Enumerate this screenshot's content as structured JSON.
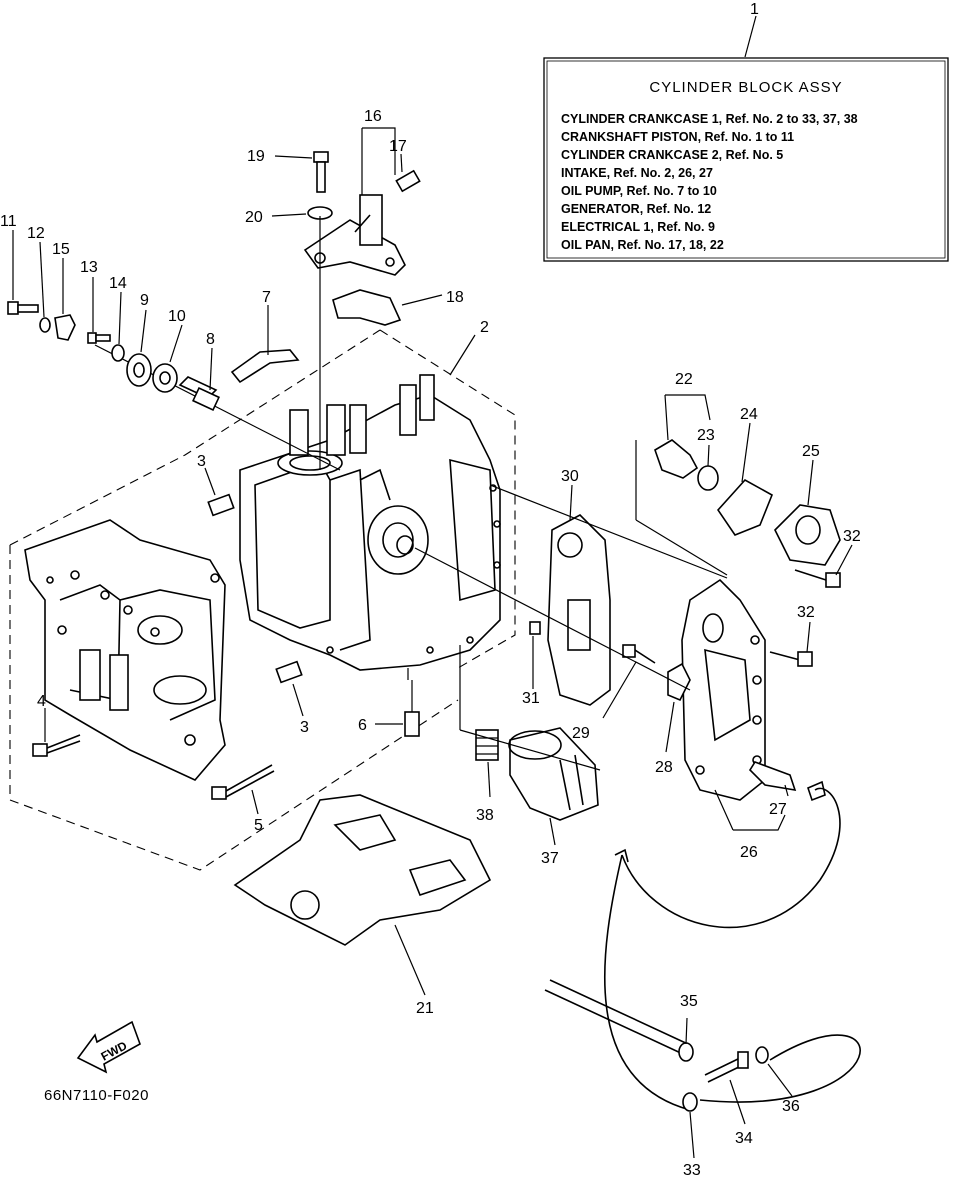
{
  "legend_box": {
    "title": "CYLINDER BLOCK ASSY",
    "rows": [
      "CYLINDER CRANKCASE 1, Ref. No. 2 to 33, 37, 38",
      "CRANKSHAFT PISTON,      Ref. No. 1 to 11",
      "CYLINDER CRANKCASE 2, Ref. No. 5",
      "INTAKE,      Ref. No. 2, 26, 27",
      "OIL PUMP,   Ref. No. 7 to 10",
      "GENERATOR,   Ref. No. 12",
      "ELECTRICAL 1, Ref. No. 9",
      "OIL PAN,            Ref. No. 17, 18, 22"
    ]
  },
  "callouts": [
    "1",
    "2",
    "3",
    "3",
    "4",
    "5",
    "6",
    "7",
    "8",
    "9",
    "10",
    "11",
    "12",
    "13",
    "14",
    "15",
    "16",
    "17",
    "18",
    "19",
    "20",
    "21",
    "22",
    "23",
    "24",
    "25",
    "26",
    "27",
    "28",
    "29",
    "30",
    "31",
    "32",
    "32",
    "33",
    "34",
    "35",
    "36",
    "37",
    "38"
  ],
  "direction_arrow": "FWD",
  "diagram_code": "66N7110-F020"
}
